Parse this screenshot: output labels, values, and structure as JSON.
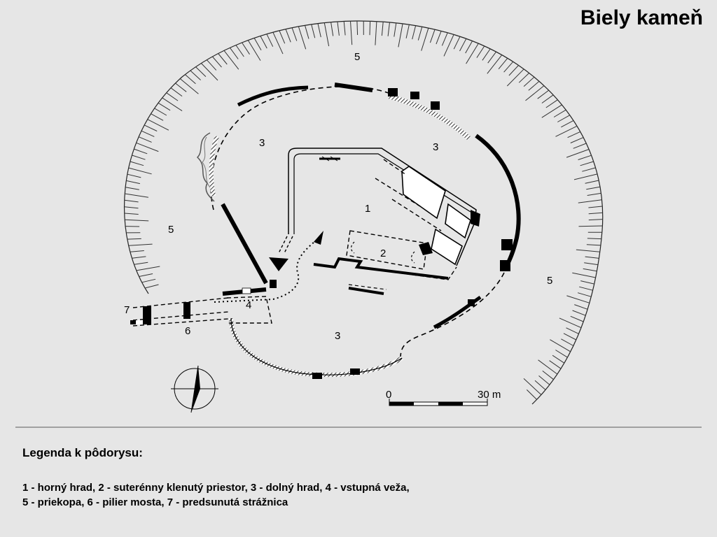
{
  "title": "Biely kameň",
  "plan_labels": {
    "horny_hrad": "1",
    "suterenny_priestor": "2",
    "dolny_hrad_nw": "3",
    "dolny_hrad_ne": "3",
    "dolny_hrad_s": "3",
    "vstupna_veza": "4",
    "priekopa_n": "5",
    "priekopa_w": "5",
    "priekopa_e": "5",
    "pilier_mosta": "6",
    "straznica": "7"
  },
  "scale_bar": {
    "start": "0",
    "end": "30 m"
  },
  "legend": {
    "heading": "Legenda k pôdorysu:",
    "line1": "1 - horný hrad, 2 - suterénny klenutý priestor, 3 - dolný hrad, 4 - vstupná veža,",
    "line2": "5 - priekopa, 6 - pilier mosta, 7 - predsunutá strážnica"
  }
}
